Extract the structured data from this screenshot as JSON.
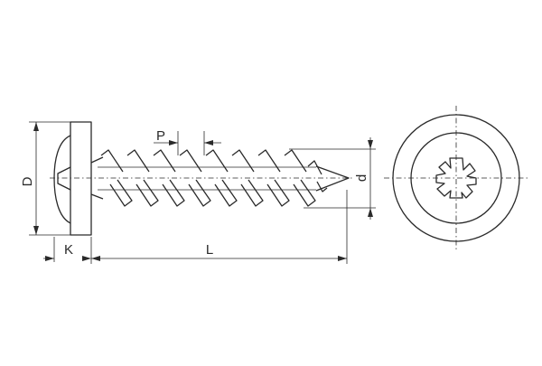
{
  "drawing": {
    "labels": {
      "head_diameter": "D",
      "head_height": "K",
      "length": "L",
      "thread_diameter": "d",
      "pitch": "P"
    }
  },
  "colors": {
    "line": "#2a2a2a",
    "background": "#ffffff"
  }
}
